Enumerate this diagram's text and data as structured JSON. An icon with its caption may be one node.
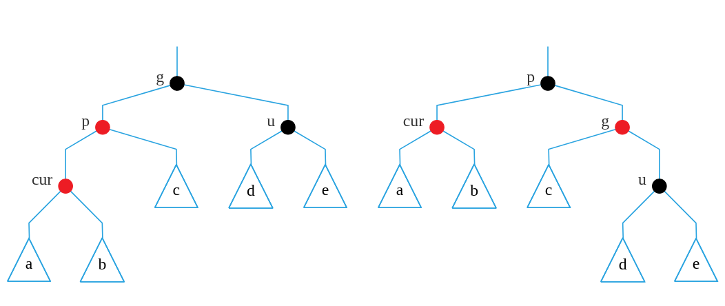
{
  "diagram": {
    "nodes": [
      {
        "text": [],
        "shape": "circle",
        "beside": [
          "g"
        ]
      },
      {
        "text": [],
        "shape": "circle",
        "beside": [
          "p"
        ]
      },
      {
        "text": [],
        "shape": "circle",
        "beside": [
          "u"
        ]
      },
      {
        "text": [],
        "shape": "circle",
        "beside": [
          "cur"
        ]
      },
      {
        "text": [
          "c"
        ]
      },
      {
        "text": [
          "d"
        ]
      },
      {
        "text": [
          "e"
        ]
      },
      {
        "text": [
          "a"
        ]
      },
      {
        "text": [
          "b"
        ]
      },
      {
        "text": [],
        "shape": "circle",
        "beside": [
          "p"
        ]
      },
      {
        "text": [],
        "shape": "circle",
        "beside": [
          "cur"
        ]
      },
      {
        "text": [],
        "shape": "circle",
        "beside": [
          "g"
        ]
      },
      {
        "text": [
          "a"
        ]
      },
      {
        "text": [
          "b"
        ]
      },
      {
        "text": [
          "c"
        ]
      },
      {
        "text": [],
        "shape": "circle",
        "beside": [
          "u"
        ]
      },
      {
        "text": [
          "d"
        ]
      },
      {
        "text": [
          "e"
        ]
      }
    ],
    "edges": [
      {
        "from": null,
        "to": 0,
        "arrow": "none"
      },
      {
        "from": 0,
        "to": 1,
        "arrow": "none"
      },
      {
        "from": 0,
        "to": 2,
        "arrow": "none"
      },
      {
        "from": 1,
        "to": 3,
        "arrow": "none"
      },
      {
        "from": 1,
        "to": 4,
        "arrow": "none"
      },
      {
        "from": 2,
        "to": 5,
        "arrow": "none"
      },
      {
        "from": 2,
        "to": 6,
        "arrow": "none"
      },
      {
        "from": 3,
        "to": 7,
        "arrow": "none"
      },
      {
        "from": 3,
        "to": 8,
        "arrow": "none"
      },
      {
        "from": null,
        "to": 9,
        "arrow": "none"
      },
      {
        "from": 9,
        "to": 10,
        "arrow": "none"
      },
      {
        "from": 9,
        "to": 11,
        "arrow": "none"
      },
      {
        "from": 10,
        "to": 12,
        "arrow": "none"
      },
      {
        "from": 10,
        "to": 13,
        "arrow": "none"
      },
      {
        "from": 11,
        "to": 14,
        "arrow": "none"
      },
      {
        "from": 11,
        "to": 15,
        "arrow": "none"
      },
      {
        "from": 15,
        "to": 16,
        "arrow": "none"
      },
      {
        "from": 15,
        "to": 17,
        "arrow": "none"
      }
    ]
  }
}
